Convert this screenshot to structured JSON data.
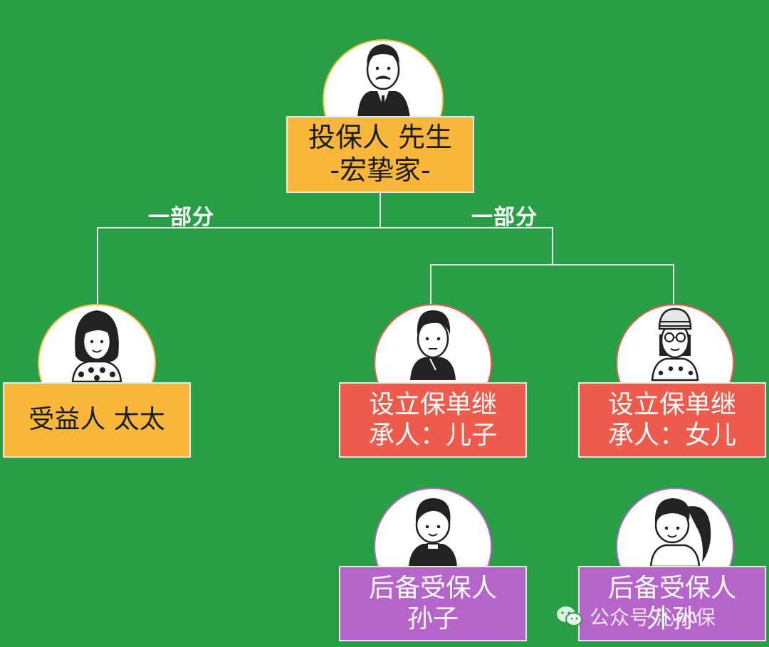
{
  "root": {
    "line1": "投保人 先生",
    "line2": "-宏挚家-"
  },
  "edges": {
    "left_label": "一部分",
    "right_label": "一部分"
  },
  "beneficiary": {
    "label": "受益人 太太"
  },
  "heir_son": {
    "line1": "设立保单继",
    "line2": "承人：儿子"
  },
  "heir_daughter": {
    "line1": "设立保单继",
    "line2": "承人：女儿"
  },
  "backup_grandson": {
    "line1": "后备受保人",
    "line2": "孙子"
  },
  "backup_granddaughter": {
    "line1": "后备受保人",
    "line2": "外孙"
  },
  "watermark": {
    "text": "公众号·沁水保"
  },
  "colors": {
    "background": "#2a9e47",
    "amber": "#f8b73a",
    "coral": "#ee5b4c",
    "violet": "#b565c9",
    "connector": "#e6efe6"
  }
}
